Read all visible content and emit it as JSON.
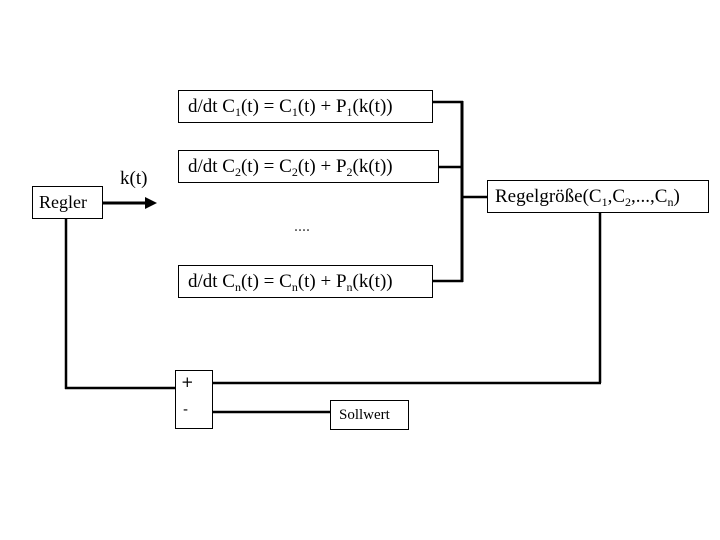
{
  "diagram": {
    "controller": {
      "label": "Regler"
    },
    "control_signal": {
      "label": "k(t)"
    },
    "equations": [
      {
        "prefix": "d/dt C",
        "idx": "1",
        "mid1": "(t) = C",
        "mid2": "(t) + P",
        "suffix": "(k(t))"
      },
      {
        "prefix": "d/dt C",
        "idx": "2",
        "mid1": "(t) = C",
        "mid2": "(t) + P",
        "suffix": "(k(t))"
      },
      {
        "prefix": "d/dt C",
        "idx": "n",
        "mid1": "(t) = C",
        "mid2": "(t) + P",
        "suffix": "(k(t))"
      }
    ],
    "ellipsis": "....",
    "controlled_variable": {
      "name": "Regelgröße(C",
      "sub1": "1",
      "sep1": ",C",
      "sub2": "2",
      "sep2": ",...,C",
      "subn": "n",
      "close": ")"
    },
    "summing_junction": {
      "plus": "+",
      "minus": "-"
    },
    "setpoint": {
      "label": "Sollwert"
    }
  }
}
